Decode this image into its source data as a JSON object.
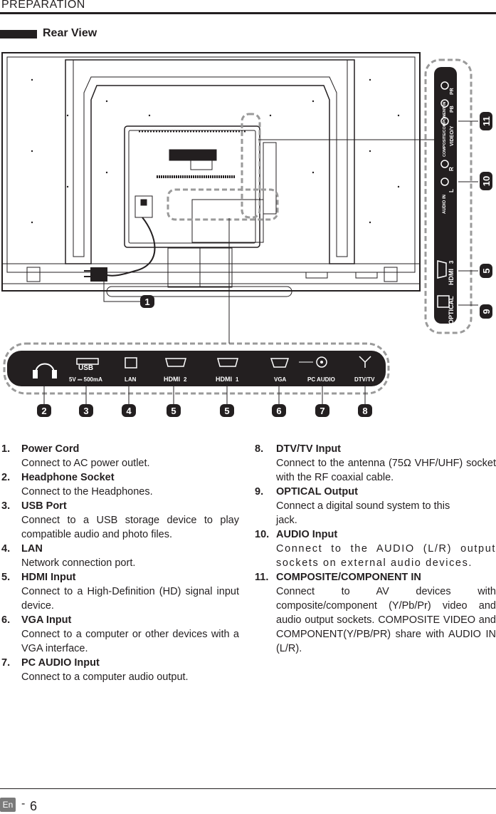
{
  "header": {
    "title": "PREPARATION"
  },
  "section": {
    "title": "Rear View"
  },
  "diagram": {
    "callouts": [
      "1",
      "2",
      "3",
      "4",
      "5",
      "5",
      "6",
      "7",
      "8",
      "9",
      "5",
      "10",
      "11"
    ],
    "bottom_ports": [
      "USB",
      "5V ⎓ 500mA",
      "LAN",
      "HDMI",
      "2",
      "HDMI",
      "1",
      "VGA",
      "PC  AUDIO",
      "DTV/TV"
    ],
    "side_ports": [
      "OPTICAL",
      "HDMI",
      "3",
      "AUDIO IN",
      "L",
      "R",
      "COMPOSITE/COMPONENT IN",
      "VIDEO/Y",
      "PB",
      "PR"
    ]
  },
  "items": [
    {
      "num": "1.",
      "title": "Power Cord",
      "desc": "Connect to AC power outlet."
    },
    {
      "num": "2.",
      "title": "Headphone Socket",
      "desc": "Connect to the Headphones."
    },
    {
      "num": "3.",
      "title": "USB Port",
      "desc": "Connect to a USB storage device to play compatible audio and photo files."
    },
    {
      "num": "4.",
      "title": "LAN",
      "desc": "Network connection port."
    },
    {
      "num": "5.",
      "title": "HDMI Input",
      "desc": "Connect to a High-Definition (HD) signal input device."
    },
    {
      "num": "6.",
      "title": "VGA Input",
      "desc": "Connect to a computer or other devices with a VGA interface."
    },
    {
      "num": "7.",
      "title": "PC AUDIO Input",
      "desc": "Connect to a computer audio output."
    },
    {
      "num": "8.",
      "title": "DTV/TV Input",
      "desc": "Connect to the antenna (75Ω VHF/UHF) socket with the RF coaxial cable."
    },
    {
      "num": "9.",
      "title": "OPTICAL Output",
      "desc": "Connect a digital sound system to this jack."
    },
    {
      "num": "10.",
      "title": "AUDIO Input",
      "desc": "Connect to the AUDIO (L/R) output sockets on external audio devices."
    },
    {
      "num": "11.",
      "title": "COMPOSITE/COMPONENT IN",
      "desc": "Connect to AV devices with composite/component (Y/Pb/Pr) video and audio output sockets. COMPOSITE VIDEO and COMPONENT(Y/PB/PR) share with  AUDIO IN (L/R)."
    }
  ],
  "footer": {
    "lang": "En",
    "dash": "-",
    "page": "6"
  }
}
